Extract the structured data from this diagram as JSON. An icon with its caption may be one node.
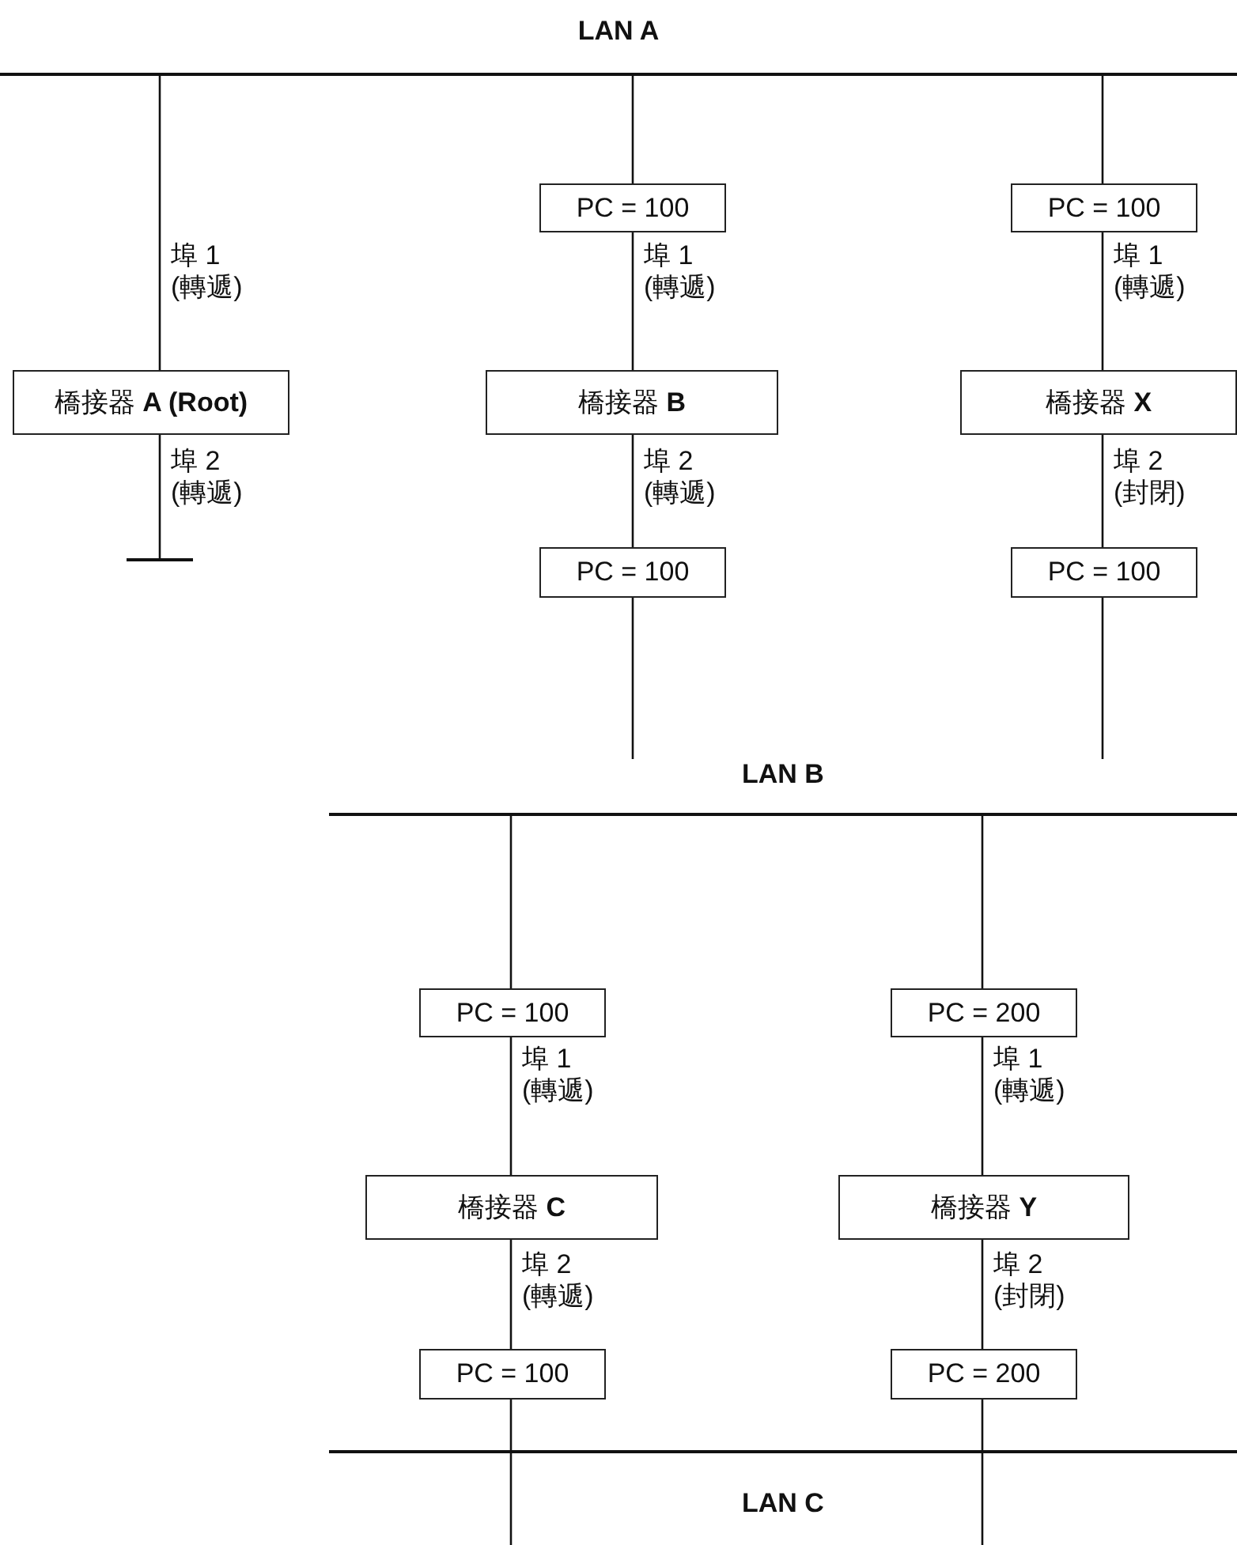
{
  "diagram": {
    "nodes": [
      {
        "text": [
          "LAN A"
        ]
      },
      {
        "text": [
          "PC = 100"
        ]
      },
      {
        "text": [
          "PC = 100"
        ]
      },
      {
        "text": [
          "橋接器 **A (Root)**"
        ]
      },
      {
        "text": [
          "橋接器 **B**"
        ]
      },
      {
        "text": [
          "橋接器 **X**"
        ]
      },
      {
        "text": [],
        "shape": "bar"
      },
      {
        "text": [
          "PC = 100"
        ]
      },
      {
        "text": [
          "PC = 100"
        ]
      },
      {
        "text": [
          "LAN B"
        ]
      },
      {
        "text": [
          "PC = 100"
        ]
      },
      {
        "text": [
          "PC = 200"
        ]
      },
      {
        "text": [
          "橋接器 **C**"
        ]
      },
      {
        "text": [
          "橋接器 **Y**"
        ]
      },
      {
        "text": [
          "PC = 100"
        ]
      },
      {
        "text": [
          "PC = 200"
        ]
      },
      {
        "text": [
          "LAN C"
        ]
      }
    ],
    "edges": [
      {
        "from": 0,
        "to": 3,
        "arrow": "none"
      },
      {
        "from": 3,
        "to": 6,
        "arrow": "none"
      },
      {
        "from": 0,
        "to": 1,
        "arrow": "none"
      },
      {
        "from": 1,
        "to": 4,
        "arrow": "none"
      },
      {
        "from": 4,
        "to": 7,
        "arrow": "none"
      },
      {
        "from": 7,
        "to": 9,
        "arrow": "none"
      },
      {
        "from": 0,
        "to": 2,
        "arrow": "none"
      },
      {
        "from": 2,
        "to": 5,
        "arrow": "none"
      },
      {
        "from": 5,
        "to": 8,
        "arrow": "none"
      },
      {
        "from": 8,
        "to": 9,
        "arrow": "none"
      },
      {
        "from": 9,
        "to": 10,
        "arrow": "none"
      },
      {
        "from": 10,
        "to": 12,
        "arrow": "none"
      },
      {
        "from": 12,
        "to": 14,
        "arrow": "none"
      },
      {
        "from": 14,
        "to": 16,
        "arrow": "none"
      },
      {
        "from": 9,
        "to": 11,
        "arrow": "none"
      },
      {
        "from": 11,
        "to": 13,
        "arrow": "none"
      },
      {
        "from": 13,
        "to": 15,
        "arrow": "none"
      },
      {
        "from": 15,
        "to": 16,
        "arrow": "none"
      }
    ],
    "labels": [
      "埠 1 (轉遞)",
      "埠 1 (轉遞)",
      "埠 1 (轉遞)",
      "埠 2 (轉遞)",
      "埠 2 (轉遞)",
      "埠 2 (封閉)",
      "埠 1 (轉遞)",
      "埠 1 (轉遞)",
      "埠 2 (轉遞)",
      "埠 2 (封閉)"
    ]
  }
}
